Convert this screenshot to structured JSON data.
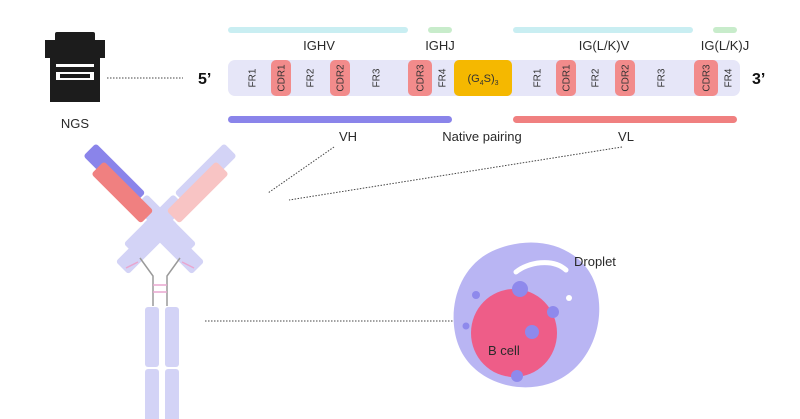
{
  "sequence": {
    "five_prime": "5’",
    "three_prime": "3’",
    "linker": {
      "base": "(G",
      "sub4": "4",
      "mid": "S)",
      "sub3": "3"
    },
    "heavy_segments": [
      "FR1",
      "CDR1",
      "FR2",
      "CDR2",
      "FR3",
      "CDR3",
      "FR4"
    ],
    "light_segments": [
      "FR1",
      "CDR1",
      "FR2",
      "CDR2",
      "FR3",
      "CDR3",
      "FR4"
    ]
  },
  "gene_labels": {
    "ighv": "IGHV",
    "ighj": "IGHJ",
    "iglkv": "IG(L/K)V",
    "iglkj": "IG(L/K)J"
  },
  "chain_labels": {
    "vh": "VH",
    "vl": "VL",
    "native_pairing": "Native pairing"
  },
  "ngs_label": "NGS",
  "droplet_label": "Droplet",
  "bcell_label": "B cell",
  "colors": {
    "backbone": "#e6e6f8",
    "cdr": "#f28b8b",
    "linker": "#f5b800",
    "v_gene_bar": "#c9eef2",
    "j_gene_bar": "#c8eccb",
    "vh_bar": "#8a84ea",
    "vl_bar": "#f08080",
    "antibody": "#d3d3f6",
    "vh_domain": "#8a84ea",
    "vl_domain": "#f08080",
    "vl_domain_faint": "#f8c4c4",
    "droplet": "#b9b5f3",
    "bcell": "#ee5d88",
    "organelle": "#8e89ec"
  }
}
